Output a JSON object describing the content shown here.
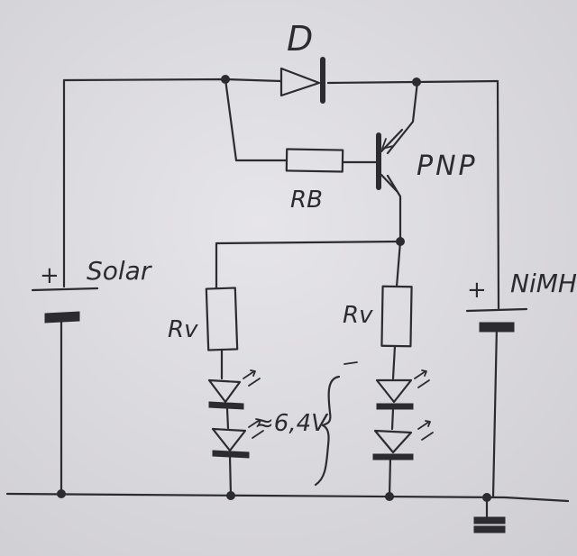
{
  "labels": {
    "diode": "D",
    "transistor": "PNP",
    "base_resistor": "RB",
    "left_resistor": "Rv",
    "right_resistor": "Rv",
    "solar": "Solar",
    "battery": "NiMH",
    "voltage": "≈6,4V",
    "solar_plus": "+",
    "battery_plus": "+"
  },
  "colors": {
    "paper": "#d9d8dc",
    "ink": "#2b2b30"
  }
}
